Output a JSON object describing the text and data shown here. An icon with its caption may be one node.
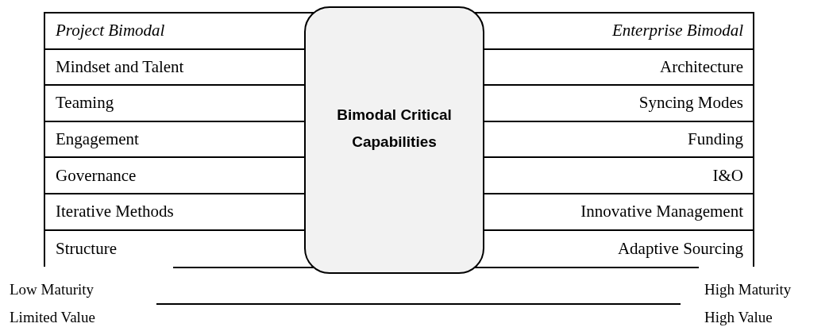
{
  "diagram": {
    "nodes": [
      {
        "text": [
          "Bimodal Critical Capabilities"
        ]
      }
    ],
    "labels": [
      "Project Bimodal",
      "Enterprise Bimodal",
      "Mindset and Talent",
      "Architecture",
      "Teaming",
      "Syncing Modes",
      "Engagement",
      "Funding",
      "Governance",
      "I&O",
      "Iterative Methods",
      "Innovative Management",
      "Structure",
      "Adaptive Sourcing",
      "Low Maturity",
      "High Maturity",
      "Limited Value",
      "High Value"
    ]
  }
}
